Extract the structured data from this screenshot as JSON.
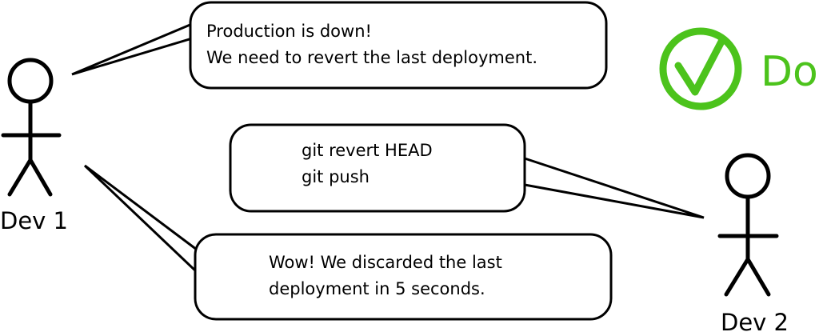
{
  "bubbles": [
    {
      "lines": [
        "Production is down!",
        "We need to revert the last deployment."
      ]
    },
    {
      "lines": [
        "git revert HEAD",
        "git push"
      ]
    },
    {
      "lines": [
        "Wow! We discarded the last",
        "deployment in 5 seconds."
      ]
    }
  ],
  "actors": {
    "dev1": {
      "label": "Dev 1"
    },
    "dev2": {
      "label": "Dev 2"
    }
  },
  "verdict": {
    "label": "Do",
    "icon": "check-circle-icon",
    "color": "#4cc31c"
  }
}
